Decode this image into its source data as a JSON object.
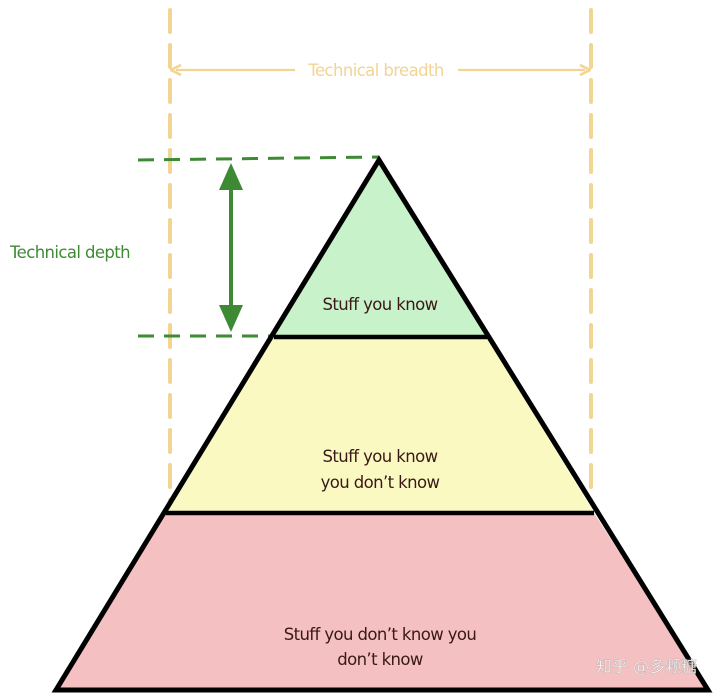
{
  "diagram": {
    "breadth_label": "Technical breadth",
    "depth_label": "Technical depth",
    "tiers": [
      {
        "lines": [
          "Stuff you know"
        ]
      },
      {
        "lines": [
          "Stuff you know",
          "you don’t know"
        ]
      },
      {
        "lines": [
          "Stuff you don’t know you",
          "don’t know"
        ]
      }
    ]
  },
  "colors": {
    "tier_known": "#c8f2c9",
    "tier_known_unknown": "#fbf9c2",
    "tier_unknown_unknown": "#f4c0c1",
    "outline": "#000000",
    "breadth_accent": "#f2d493",
    "depth_accent": "#3e8a34",
    "tier_text": "#3a1818",
    "watermark": "#ffffff"
  },
  "watermark": {
    "text": "知乎 @多颗糖"
  }
}
